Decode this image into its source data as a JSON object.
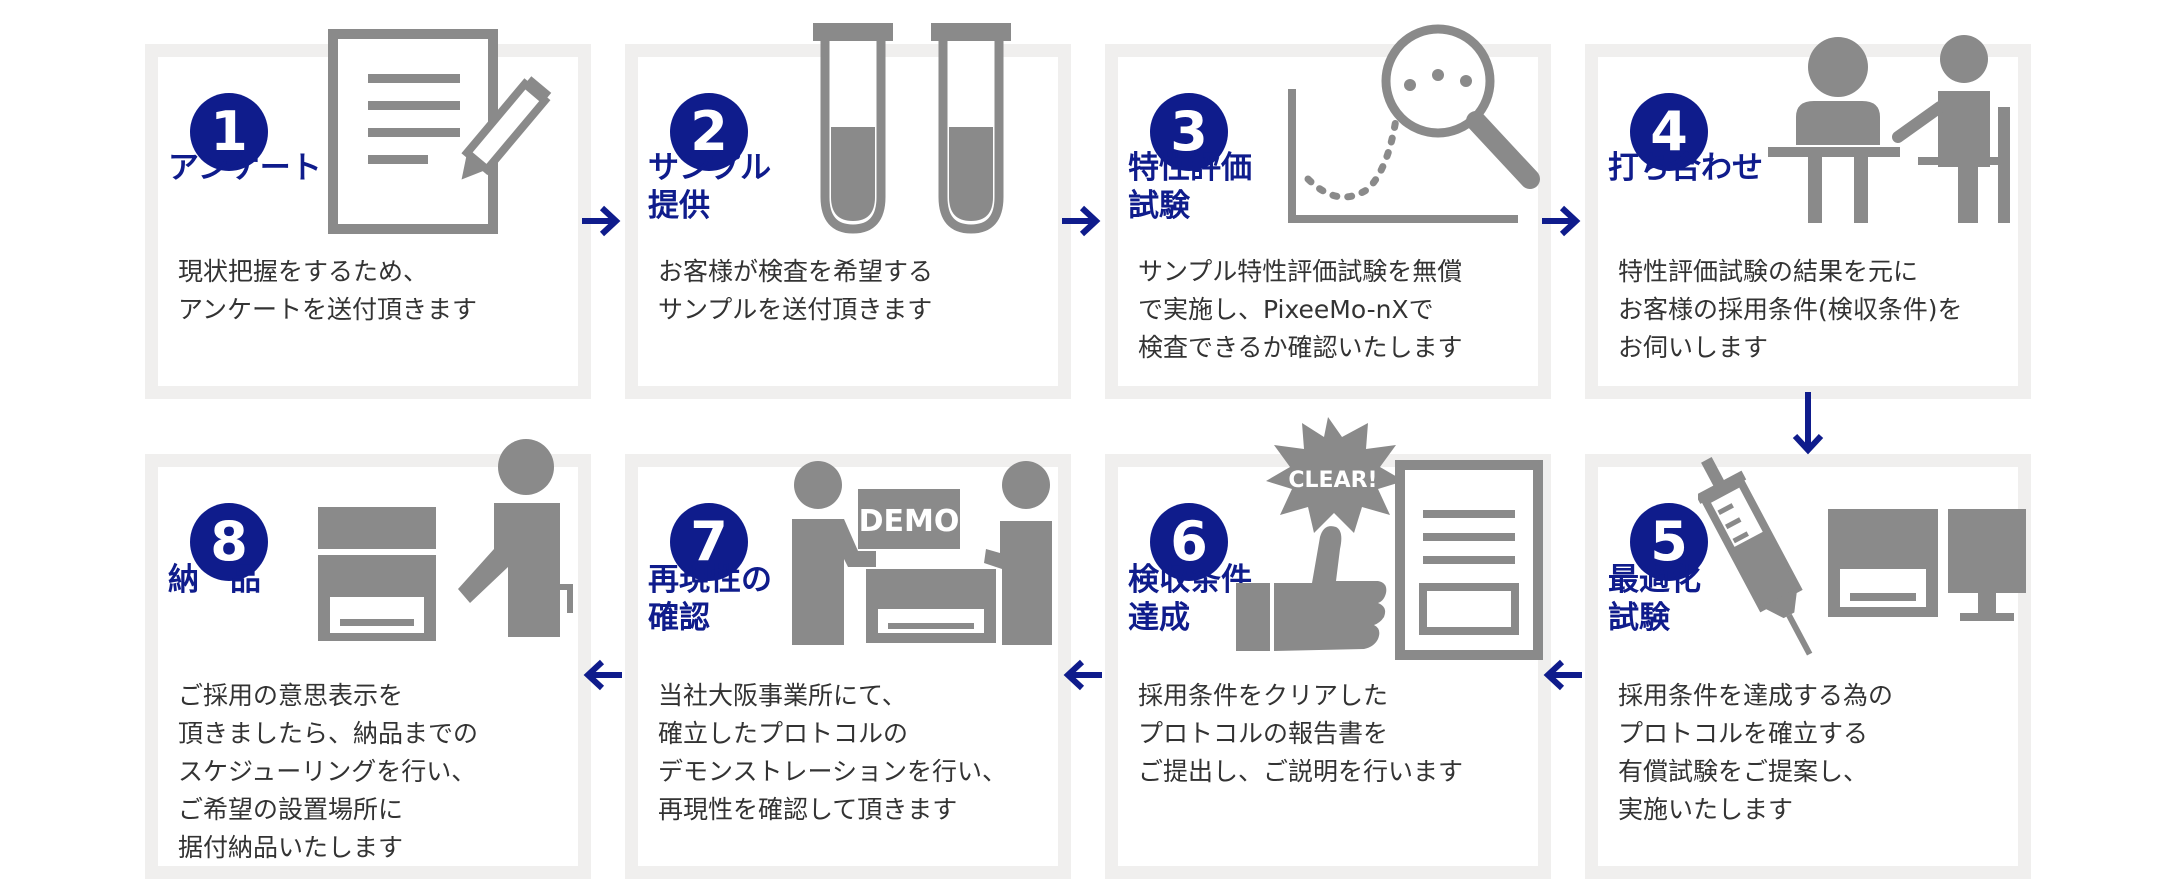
{
  "steps": [
    {
      "num": "1",
      "title": "アンケート",
      "desc": "現状把握をするため、\nアンケートを送付頂きます"
    },
    {
      "num": "2",
      "title": "サンプル\n提供",
      "desc": "お客様が検査を希望する\nサンプルを送付頂きます"
    },
    {
      "num": "3",
      "title": "特性評価\n試験",
      "desc": "サンプル特性評価試験を無償\nで実施し、PixeeMo-nXで\n検査できるか確認いたします"
    },
    {
      "num": "4",
      "title": "打ち合わせ",
      "desc": "特性評価試験の結果を元に\nお客様の採用条件(検収条件)を\nお伺いします"
    },
    {
      "num": "5",
      "title": "最適化\n試験",
      "desc": "採用条件を達成する為の\nプロトコルを確立する\n有償試験をご提案し、\n実施いたします"
    },
    {
      "num": "6",
      "title": "検収条件\n達成",
      "desc": "採用条件をクリアした\nプロトコルの報告書を\nご提出し、ご説明を行います"
    },
    {
      "num": "7",
      "title": "再現性の\n確認",
      "desc": "当社大阪事業所にて、\n確立したプロトコルの\nデモンストレーションを行い、\n再現性を確認して頂きます"
    },
    {
      "num": "8",
      "title": "納　品",
      "desc": "ご採用の意思表示を\n頂きましたら、納品までの\nスケジューリングを行い、\nご希望の設置場所に\n据付納品いたします"
    }
  ],
  "icon_labels": {
    "clear": "CLEAR!",
    "demo": "DEMO"
  },
  "colors": {
    "accent": "#0f1c8c",
    "icon_gray": "#8a8a8a",
    "card_border": "#f0efee",
    "text": "#333333"
  }
}
